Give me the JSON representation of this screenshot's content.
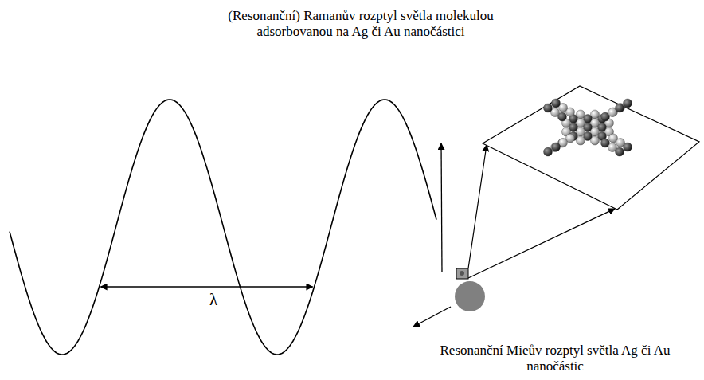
{
  "diagram": {
    "title": "(Resonanční) Ramanův rozptyl světla molekulou adsorbovanou na Ag či Au nanočástici",
    "labels": [
      "λ",
      "Resonanční Mieův rozptyl světla Ag či Au nanočástic"
    ]
  }
}
